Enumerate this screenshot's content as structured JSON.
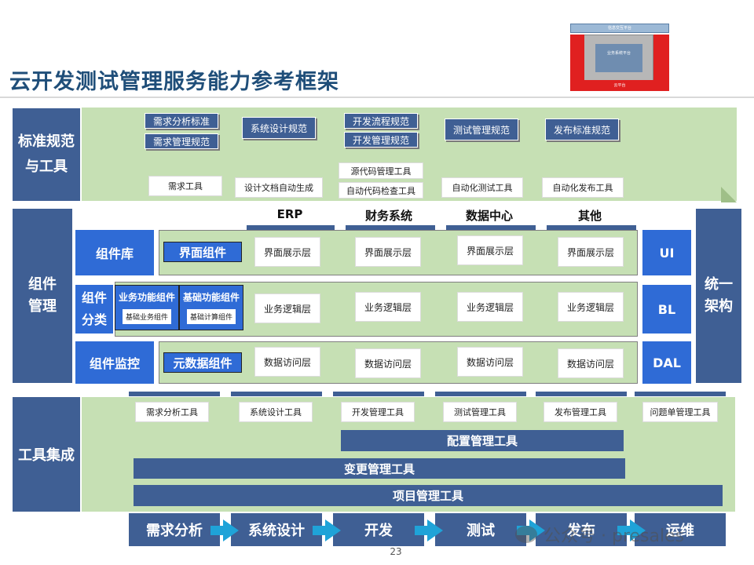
{
  "title": "云开发测试管理服务能力参考框架",
  "logo": {
    "top_label": "信息交互平台",
    "left_label": "业务系统平台",
    "bottom_label": "云平台"
  },
  "standards": {
    "section_label": "标准规范\n与工具",
    "tags": [
      "需求分析标准",
      "需求管理规范",
      "系统设计规范",
      "开发流程规范",
      "开发管理规范",
      "测试管理规范",
      "发布标准规范"
    ],
    "tools": [
      "需求工具",
      "设计文档自动生成",
      "源代码管理工具",
      "自动代码检查工具",
      "自动化测试工具",
      "自动化发布工具"
    ]
  },
  "component": {
    "section_label": "组件\n管理",
    "right_label": "统一\n架构",
    "columns": [
      "ERP",
      "财务系统",
      "数据中心",
      "其他"
    ],
    "library": "组件库",
    "classify": "组件\n分类",
    "monitor": "组件监控",
    "ui_component": "界面组件",
    "biz_component": "业务功能组件",
    "base_component": "基础功能组件",
    "biz_sub": "基础业务组件",
    "base_sub": "基础计算组件",
    "meta_component": "元数据组件",
    "layers": {
      "ui": "界面展示层",
      "bl": "业务逻辑层",
      "dal": "数据访问层"
    },
    "arch": [
      "UI",
      "BL",
      "DAL"
    ]
  },
  "tools": {
    "section_label": "工具集成",
    "items": [
      "需求分析工具",
      "系统设计工具",
      "开发管理工具",
      "测试管理工具",
      "发布管理工具",
      "问题单管理工具"
    ],
    "config": "配置管理工具",
    "change": "变更管理工具",
    "project": "项目管理工具"
  },
  "stages": [
    "需求分析",
    "系统设计",
    "开发",
    "测试",
    "发布",
    "运维"
  ],
  "watermark": "公众号 · presales",
  "page_number": "23",
  "colors": {
    "navy": "#3f5f94",
    "green": "#c6e0b4",
    "blue": "#2f6bd6",
    "arrow": "#1fa3d8",
    "title": "#1f4e79"
  }
}
